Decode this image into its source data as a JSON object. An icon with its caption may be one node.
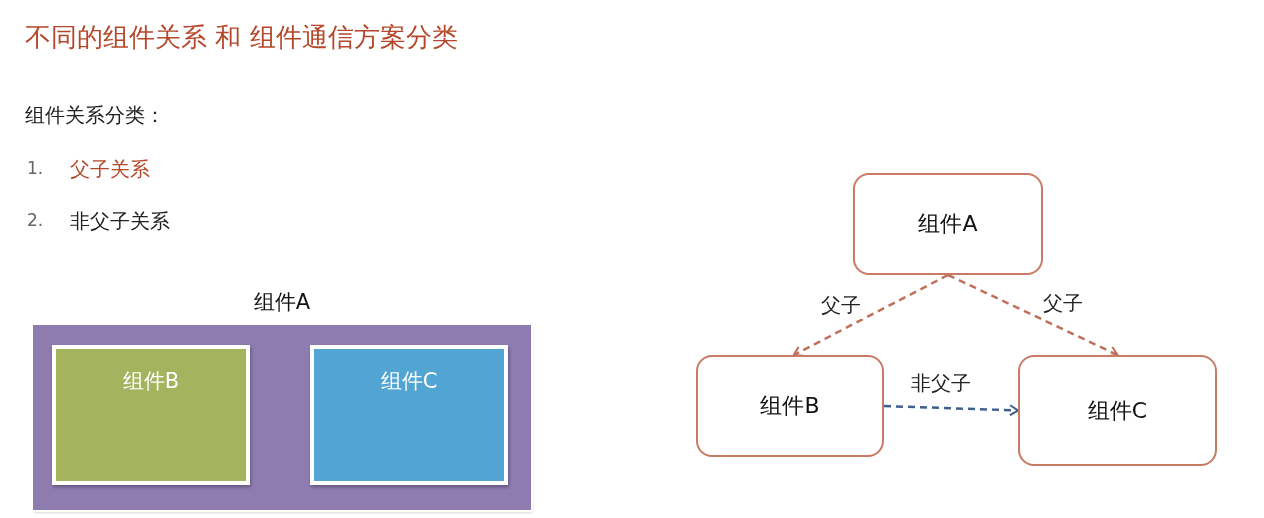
{
  "diagram": {
    "title": "不同的组件关系 和 组件通信方案分类",
    "nodes": [
      {
        "text": [
          "组件A"
        ]
      },
      {
        "text": [
          "组件B"
        ],
        "in": 0
      },
      {
        "text": [
          "组件C"
        ],
        "in": 0
      },
      {
        "text": [
          "组件A"
        ]
      },
      {
        "text": [
          "组件B"
        ]
      },
      {
        "text": [
          "组件C"
        ]
      }
    ],
    "edges": [
      {
        "from": 3,
        "to": 4,
        "arrow": "to",
        "label": "父子",
        "style": "dashed"
      },
      {
        "from": 3,
        "to": 5,
        "arrow": "to",
        "label": "父子",
        "style": "dashed"
      },
      {
        "from": 4,
        "to": 5,
        "arrow": "to",
        "label": "非父子",
        "style": "dashed",
        "color": "#3f5f8c"
      }
    ],
    "labels": [
      "组件关系分类：",
      "1.",
      "父子关系",
      "2.",
      "非父子关系"
    ]
  }
}
